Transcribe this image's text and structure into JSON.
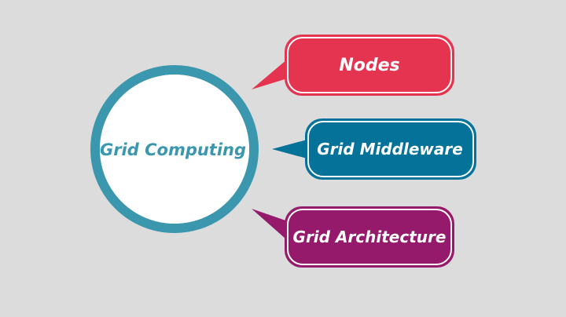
{
  "diagram": {
    "center": {
      "label": "Grid Computing",
      "ring_color": "#3a97ae",
      "fill_color": "#ffffff",
      "text_color": "#3a97ae"
    },
    "bubbles": [
      {
        "label": "Nodes",
        "color": "#e4344f"
      },
      {
        "label": "Grid Middleware",
        "color": "#05729a"
      },
      {
        "label": "Grid Architecture",
        "color": "#951a6b"
      }
    ],
    "background_color": "#dcdcdc"
  }
}
